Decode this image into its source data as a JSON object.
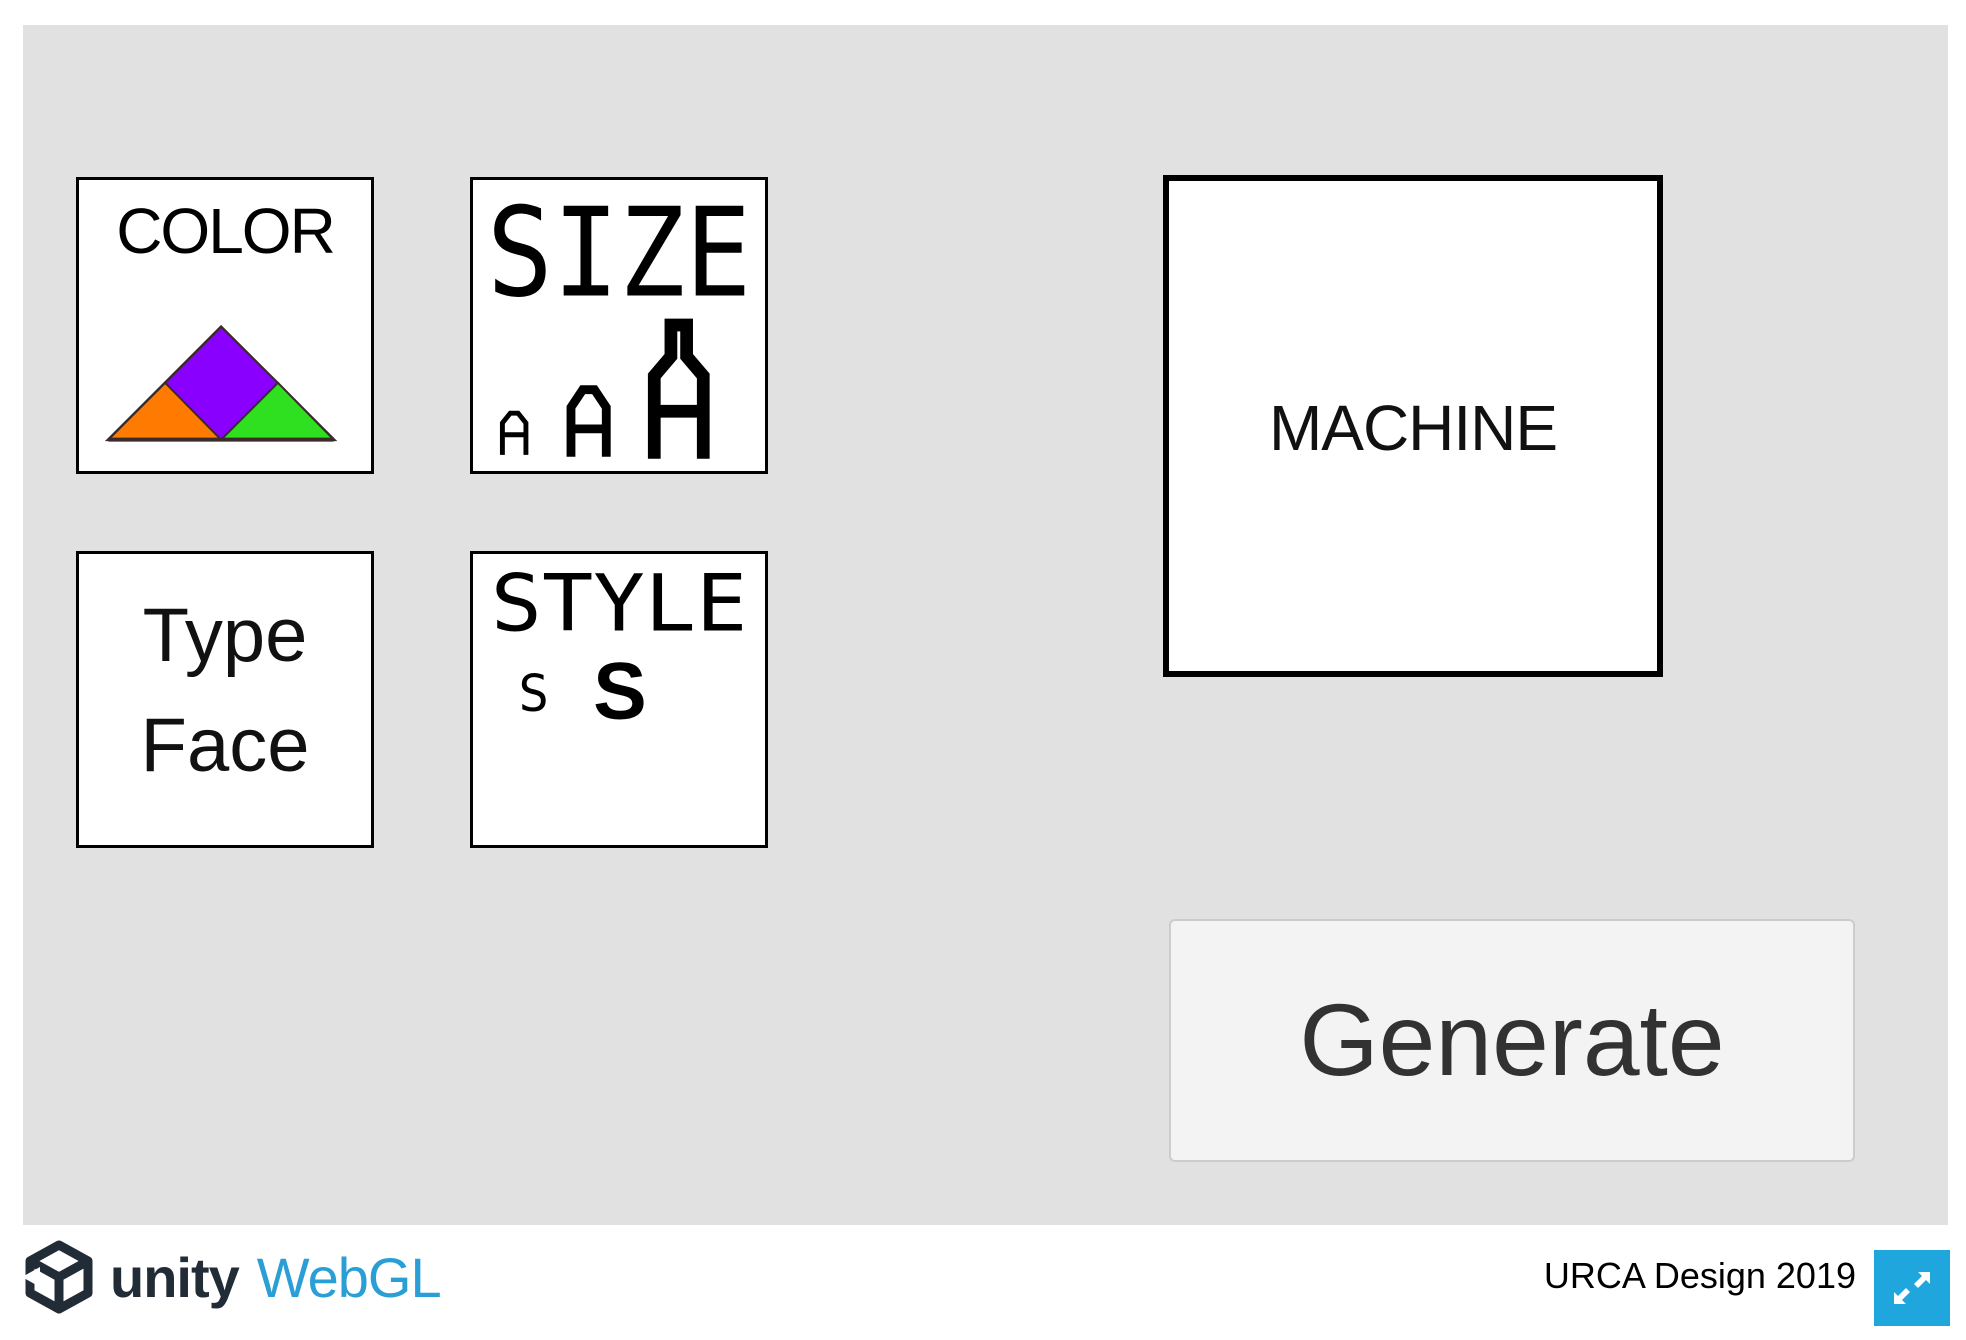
{
  "tiles": {
    "color": {
      "title": "COLOR"
    },
    "size": {
      "title": "SIZE"
    },
    "typeface": {
      "line1": "Type",
      "line2": "Face"
    },
    "style": {
      "title": "STYLE",
      "small": "S",
      "bold": "S"
    }
  },
  "machine": {
    "label": "MACHINE"
  },
  "generate": {
    "label": "Generate"
  },
  "footer": {
    "unity": "unity",
    "webgl": "WebGL",
    "credit": "URCA Design 2019"
  },
  "colors": {
    "canvas_bg": "#e1e1e1",
    "triangle_orange": "#ff7a00",
    "triangle_purple": "#8a00ff",
    "triangle_green": "#2ee01f",
    "webgl_blue": "#2a9fd6",
    "fullscreen_bg": "#1fa6dd"
  },
  "icons": {
    "unity_logo": "unity-cube-icon",
    "fullscreen": "fullscreen-expand-icon"
  }
}
